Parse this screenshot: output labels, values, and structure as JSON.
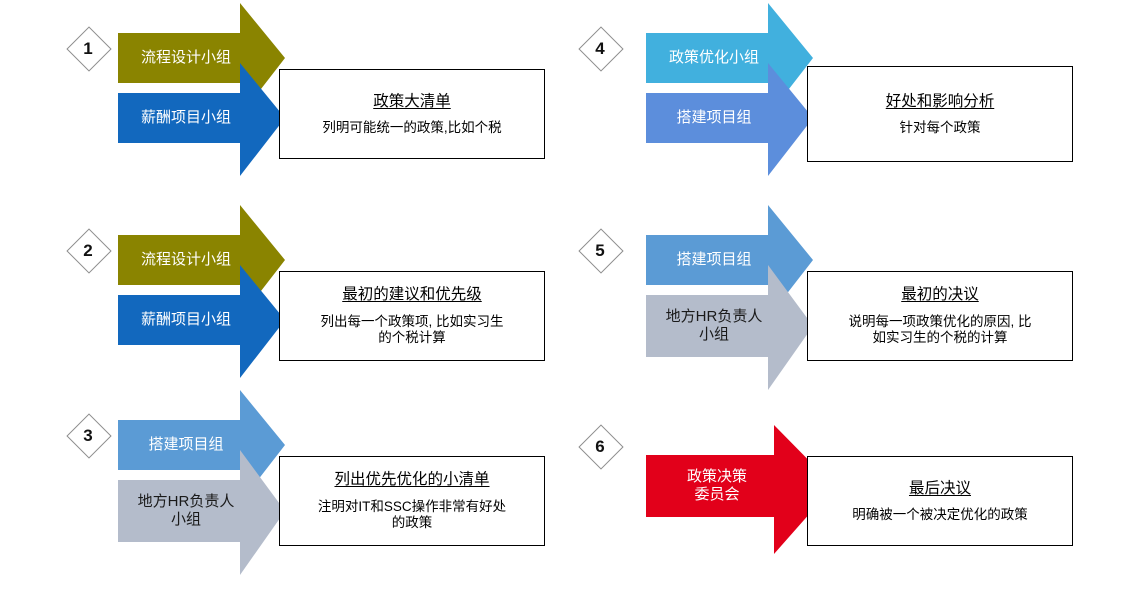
{
  "diagram": {
    "title_visible": false,
    "background": "#ffffff",
    "palette": {
      "olive": "#8A8400",
      "strong_blue": "#1268BE",
      "medium_blue": "#5B9BD5",
      "gray": "#B4BCCB",
      "cyan_blue": "#41B0DE",
      "periwinkle": "#5C8EDC",
      "red": "#E2001A",
      "marker_border": "#8d8d8d",
      "box_border": "#000000",
      "light_text": "#ffffff",
      "dark_text": "#1a1a1a"
    },
    "groups": [
      {
        "number": "1",
        "arrows": [
          {
            "label": "流程设计小组",
            "color": "#8A8400",
            "text_color": "light"
          },
          {
            "label": "薪酬项目小组",
            "color": "#1268BE",
            "text_color": "light"
          }
        ],
        "outcome": {
          "title": "政策大清单",
          "body": "列明可能统一的政策,比如个税"
        }
      },
      {
        "number": "2",
        "arrows": [
          {
            "label": "流程设计小组",
            "color": "#8A8400",
            "text_color": "light"
          },
          {
            "label": "薪酬项目小组",
            "color": "#1268BE",
            "text_color": "light"
          }
        ],
        "outcome": {
          "title": "最初的建议和优先级",
          "body": "列出每一个政策项, 比如实习生\n的个税计算"
        }
      },
      {
        "number": "3",
        "arrows": [
          {
            "label": "搭建项目组",
            "color": "#5B9BD5",
            "text_color": "light"
          },
          {
            "label": "地方HR负责人\n小组",
            "color": "#B4BCCB",
            "text_color": "dark"
          }
        ],
        "outcome": {
          "title": "列出优先优化的小清单",
          "body": "注明对IT和SSC操作非常有好处\n的政策"
        }
      },
      {
        "number": "4",
        "arrows": [
          {
            "label": "政策优化小组",
            "color": "#41B0DE",
            "text_color": "light"
          },
          {
            "label": "搭建项目组",
            "color": "#5C8EDC",
            "text_color": "light"
          }
        ],
        "outcome": {
          "title": "好处和影响分析",
          "body": "针对每个政策"
        }
      },
      {
        "number": "5",
        "arrows": [
          {
            "label": "搭建项目组",
            "color": "#5B9BD5",
            "text_color": "light"
          },
          {
            "label": "地方HR负责人\n小组",
            "color": "#B4BCCB",
            "text_color": "dark"
          }
        ],
        "outcome": {
          "title": "最初的决议",
          "body": "说明每一项政策优化的原因, 比\n如实习生的个税的计算"
        }
      },
      {
        "number": "6",
        "arrows": [
          {
            "label": "政策决策\n委员会",
            "color": "#E2001A",
            "text_color": "light"
          }
        ],
        "outcome": {
          "title": "最后决议",
          "body": "明确被一个被决定优化的政策"
        }
      }
    ]
  }
}
